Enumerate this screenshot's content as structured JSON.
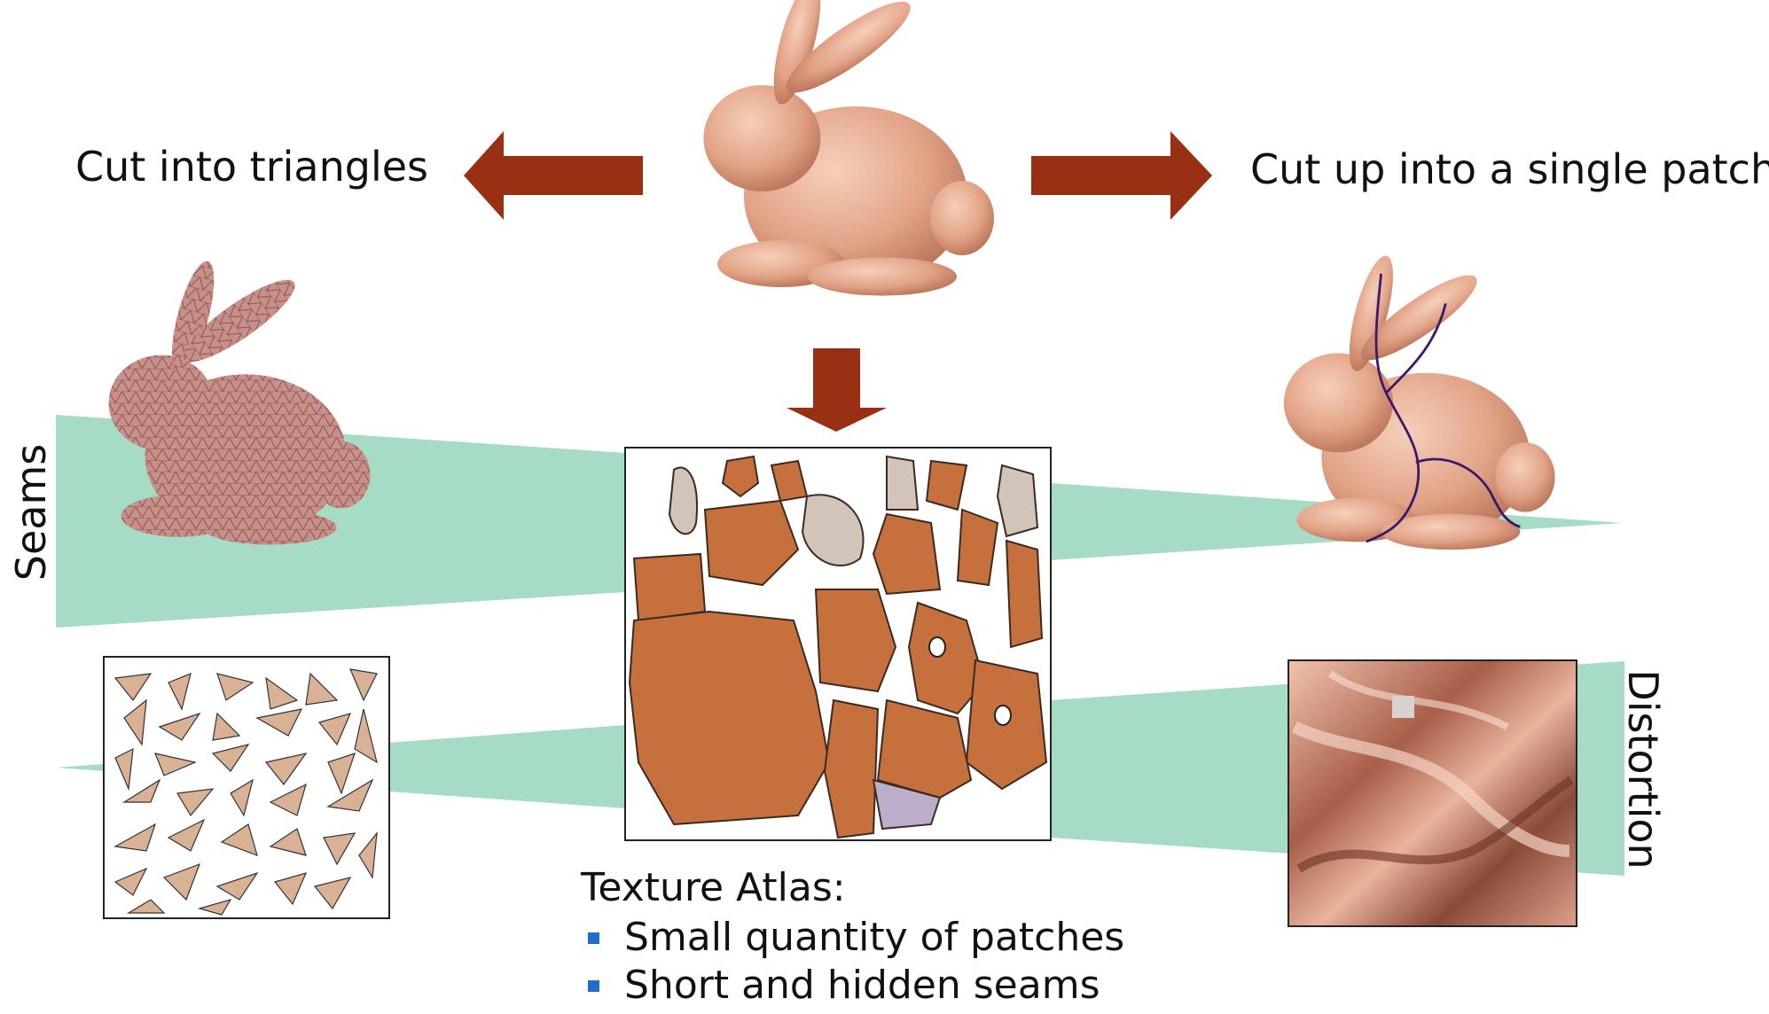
{
  "labels": {
    "cut_triangles": "Cut into triangles",
    "cut_single_patch": "Cut up into a single patch",
    "seams": "Seams",
    "distortion": "Distortion"
  },
  "atlas_caption": {
    "title": "Texture Atlas:",
    "bullets": [
      "Small quantity of patches",
      "Short and hidden seams"
    ]
  },
  "icons": {
    "center": "bunny-smooth-icon",
    "left": "bunny-triangle-mesh-icon",
    "right": "bunny-with-seams-icon",
    "triangles": "scattered-triangles-panel",
    "atlas": "texture-atlas-panel",
    "distortion": "distorted-texture-panel"
  },
  "colors": {
    "arrow": "#993014",
    "wedge": "#a6dcc6",
    "bunny": "#e7aa8e",
    "triangle_fill": "#d9b195",
    "atlas_patch": "#c2652d",
    "bullet": "#1f6fc9"
  }
}
